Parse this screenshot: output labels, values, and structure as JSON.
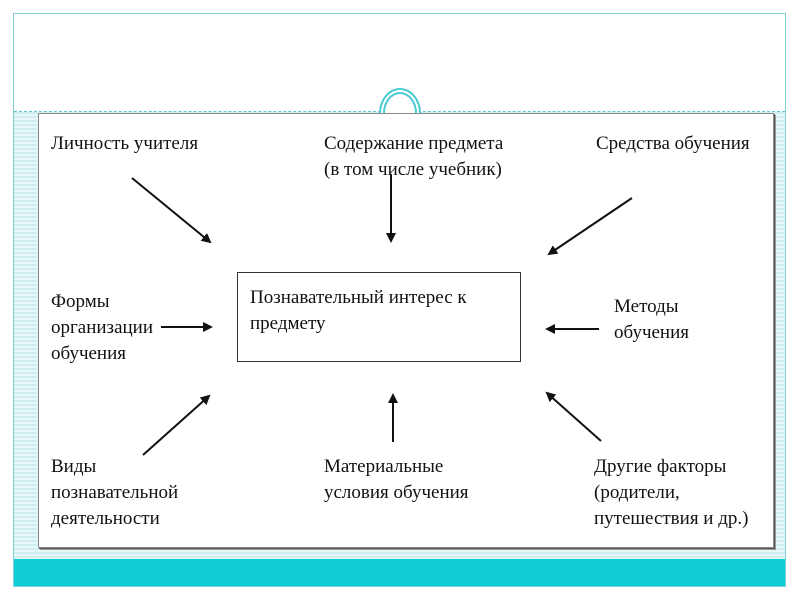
{
  "slide": {
    "accent_color": "#10ccd6",
    "frame_color": "#7fd3d8"
  },
  "diagram": {
    "center": {
      "lines": [
        "Познавательный интерес к",
        "предмету"
      ]
    },
    "factors": [
      {
        "id": "teacher",
        "lines": [
          "Личность учителя"
        ]
      },
      {
        "id": "content",
        "lines": [
          "Содержание предмета",
          "(в том числе учебник)"
        ]
      },
      {
        "id": "means",
        "lines": [
          "Средства обучения"
        ]
      },
      {
        "id": "forms",
        "lines": [
          "Формы",
          "организации",
          "обучения"
        ]
      },
      {
        "id": "methods",
        "lines": [
          "Методы",
          "обучения"
        ]
      },
      {
        "id": "activity-types",
        "lines": [
          "Виды",
          "познавательной",
          "деятельности"
        ]
      },
      {
        "id": "material",
        "lines": [
          "Материальные",
          "условия обучения"
        ]
      },
      {
        "id": "other",
        "lines": [
          "Другие факторы",
          "(родители,",
          "путешествия и др.)"
        ]
      }
    ]
  }
}
